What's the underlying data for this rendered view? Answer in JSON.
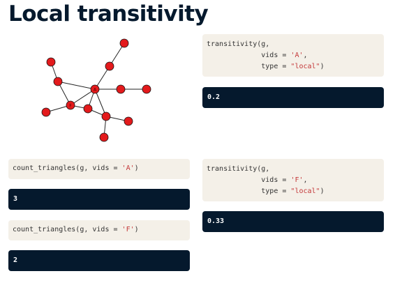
{
  "title": "Local transitivity",
  "graph": {
    "node_color": "#e31a1c",
    "edge_color": "#222222",
    "nodes": [
      {
        "id": "n1",
        "label": ""
      },
      {
        "id": "n2",
        "label": ""
      },
      {
        "id": "n3",
        "label": ""
      },
      {
        "id": "n4",
        "label": ""
      },
      {
        "id": "A",
        "label": "A"
      },
      {
        "id": "n6",
        "label": ""
      },
      {
        "id": "n7",
        "label": ""
      },
      {
        "id": "n8",
        "label": ""
      },
      {
        "id": "F",
        "label": "F"
      },
      {
        "id": "n10",
        "label": ""
      },
      {
        "id": "n11",
        "label": ""
      },
      {
        "id": "n12",
        "label": ""
      },
      {
        "id": "n13",
        "label": ""
      }
    ]
  },
  "cells": {
    "trans_A": {
      "l1": "transitivity(g,",
      "l2_pre": "             vids = ",
      "l2_str": "'A'",
      "l2_post": ",",
      "l3_pre": "             type = ",
      "l3_str": "\"local\"",
      "l3_post": ")",
      "output": "0.2"
    },
    "tri_A": {
      "pre": "count_triangles(g, vids = ",
      "str": "'A'",
      "post": ")",
      "output": "3"
    },
    "trans_F": {
      "l1": "transitivity(g,",
      "l2_pre": "             vids = ",
      "l2_str": "'F'",
      "l2_post": ",",
      "l3_pre": "             type = ",
      "l3_str": "\"local\"",
      "l3_post": ")",
      "output": "0.33"
    },
    "tri_F": {
      "pre": "count_triangles(g, vids = ",
      "str": "'F'",
      "post": ")",
      "output": "2"
    }
  }
}
